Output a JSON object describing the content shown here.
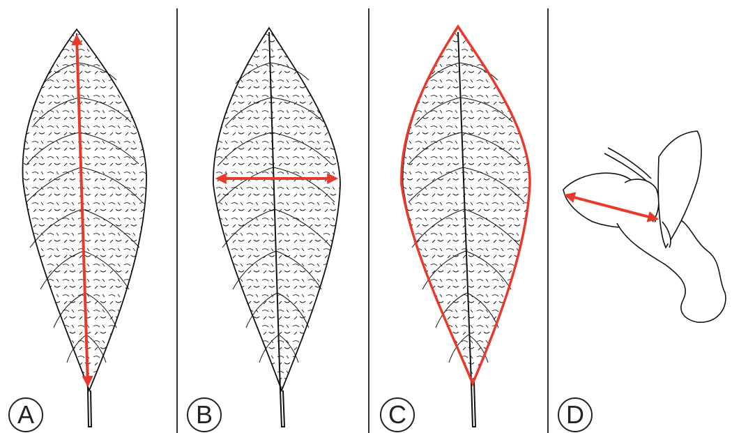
{
  "accent_color": "#e8392b",
  "line_color": "#111111",
  "panels": [
    {
      "label": "A",
      "measure": "leaf-length-arrow"
    },
    {
      "label": "B",
      "measure": "leaf-width-arrow"
    },
    {
      "label": "C",
      "measure": "leaf-outline"
    },
    {
      "label": "D",
      "measure": "flower-length-arrow"
    }
  ]
}
